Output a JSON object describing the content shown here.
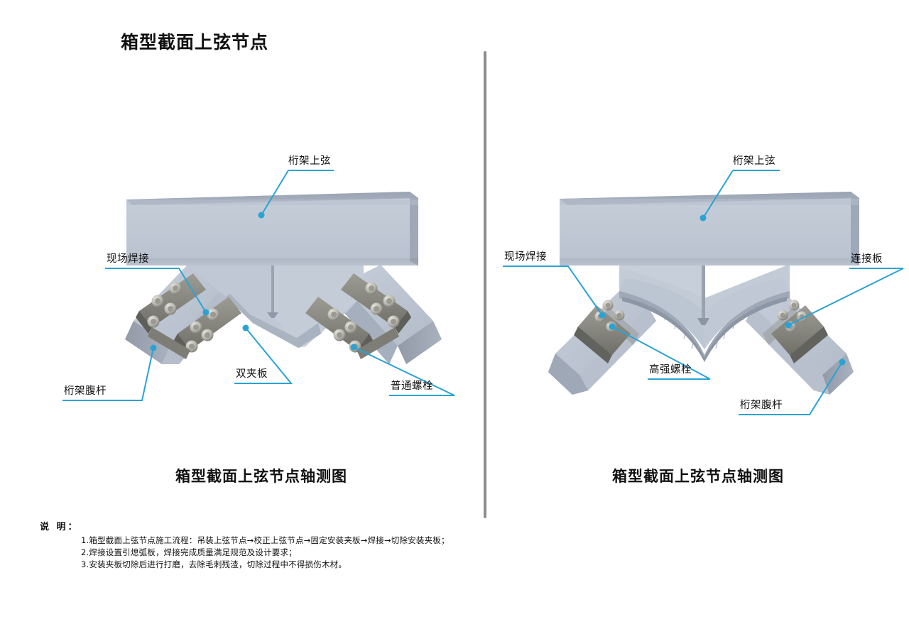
{
  "sheet": {
    "title": "箱型截面上弦节点",
    "divider": "vertical-separator"
  },
  "left_figure": {
    "caption": "箱型截面上弦节点轴测图",
    "labels": {
      "top_chord": "桁架上弦",
      "field_weld": "现场焊接",
      "web_member": "桁架腹杆",
      "double_splice_plate": "双夹板",
      "ordinary_bolt": "普通螺栓"
    }
  },
  "right_figure": {
    "caption": "箱型截面上弦节点轴测图",
    "labels": {
      "top_chord": "桁架上弦",
      "field_weld": "现场焊接",
      "connection_plate": "连接板",
      "high_strength_bolt": "高强螺栓",
      "web_member": "桁架腹杆"
    }
  },
  "notes": {
    "heading": "说 明：",
    "items": [
      "1.箱型截面上弦节点施工流程：吊装上弦节点→校正上弦节点→固定安装夹板→焊接→切除安装夹板；",
      "2.焊接设置引熄弧板，焊接完成质量满足规范及设计要求；",
      "3.安装夹板切除后进行打磨，去除毛刺残渣，切除过程中不得损伤木材。"
    ]
  },
  "colors": {
    "leader": "#2aa3d4",
    "steel_light": "#c3cbd8",
    "steel_mid": "#aeb7c6",
    "steel_dark": "#97a0af",
    "plate_gray": "#8d8d87",
    "divider": "#8d8d8d",
    "text": "#111111"
  }
}
